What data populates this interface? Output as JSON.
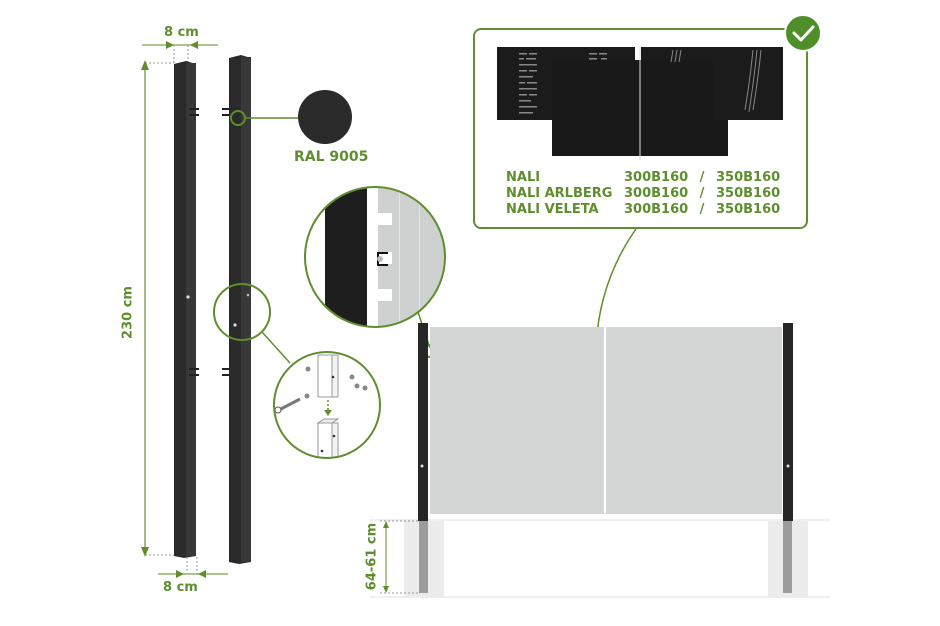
{
  "colors": {
    "accent_green": "#5e8e2e",
    "check_green": "#4f8f2a",
    "post_black": "#262626",
    "panel_grey": "#d4d6d6",
    "concrete_grey": "#e8e8e8",
    "ral_swatch": "#2b2b2b"
  },
  "dimensions": {
    "post_width_top": "8 cm",
    "post_width_bottom": "8 cm",
    "post_height": "230 cm",
    "embed_depth": "64-61 cm"
  },
  "color_swatch": {
    "label": "RAL 9005",
    "icon": "color-swatch-circle"
  },
  "products": {
    "check_icon": "checkmark-icon",
    "separator": "/",
    "rows": [
      {
        "name": "NALI",
        "code_a": "300B160",
        "code_b": "350B160"
      },
      {
        "name": "NALI ARLBERG",
        "code_a": "300B160",
        "code_b": "350B160"
      },
      {
        "name": "NALI VELETA",
        "code_a": "300B160",
        "code_b": "350B160"
      }
    ]
  },
  "details": {
    "hinge_detail_icon": "magnifier-circle-hinge",
    "assembly_detail_icon": "magnifier-circle-post-joint"
  }
}
